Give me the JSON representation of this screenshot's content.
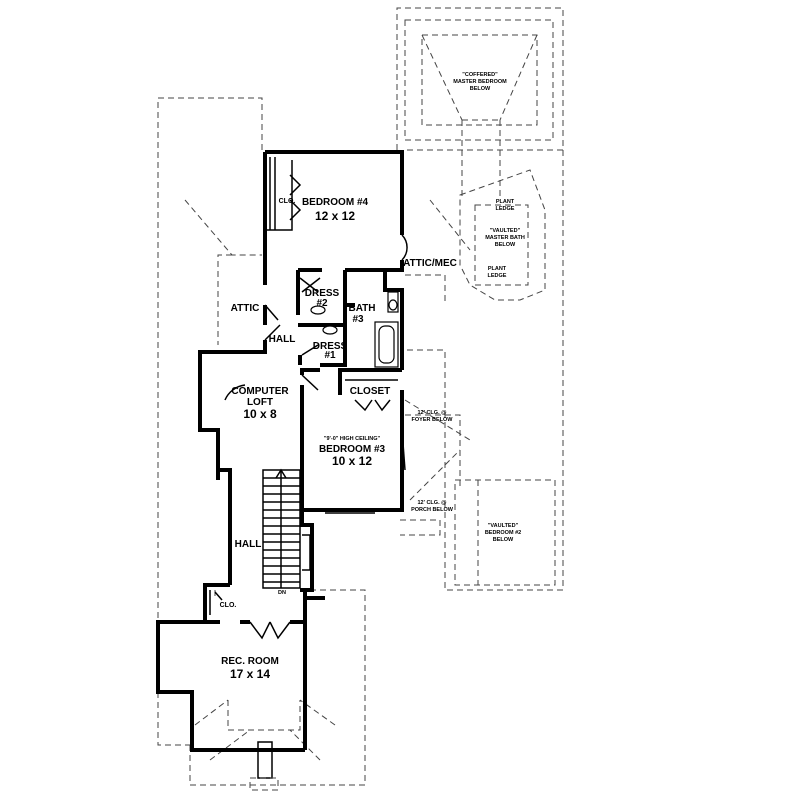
{
  "rooms": {
    "bedroom4": {
      "name": "BEDROOM #4",
      "size": "12 x 12"
    },
    "closet_b4": "CLO.",
    "attic_mec": "ATTIC/MEC",
    "dress2": {
      "line1": "DRESS",
      "line2": "#2"
    },
    "bath3": {
      "line1": "BATH",
      "line2": "#3"
    },
    "attic": "ATTIC",
    "hall_upper": "HALL",
    "dress1": {
      "line1": "DRESS",
      "line2": "#1"
    },
    "closet_b3": "CLOSET",
    "computer_loft": {
      "line1": "COMPUTER",
      "line2": "LOFT",
      "size": "10 x 8"
    },
    "bedroom3": {
      "note": "\"9'-0\" HIGH CEILING\"",
      "name": "BEDROOM #3",
      "size": "10 x 12"
    },
    "hall_lower": "HALL",
    "stair_dn": "DN",
    "closet_rec": "CLO.",
    "rec_room": {
      "name": "REC. ROOM",
      "size": "17 x 14"
    }
  },
  "below_notes": {
    "coffered": {
      "line1": "\"COFFERED\"",
      "line2": "MASTER BEDROOM",
      "line3": "BELOW"
    },
    "plant_ledge_upper": {
      "line1": "PLANT",
      "line2": "LEDGE"
    },
    "vaulted_bath": {
      "line1": "\"VAULTED\"",
      "line2": "MASTER BATH",
      "line3": "BELOW"
    },
    "plant_ledge_lower": {
      "line1": "PLANT",
      "line2": "LEDGE"
    },
    "foyer": {
      "line1": "12' CLG. @",
      "line2": "FOYER BELOW"
    },
    "porch": {
      "line1": "12' CLG. @",
      "line2": "PORCH BELOW"
    },
    "vaulted_bed2": {
      "line1": "\"VAULTED\"",
      "line2": "BEDROOM #2",
      "line3": "BELOW"
    }
  }
}
